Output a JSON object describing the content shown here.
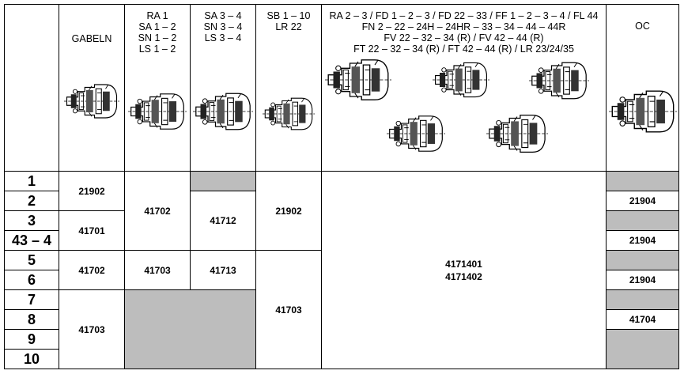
{
  "header": {
    "col_gabeln": "GABELN",
    "col_ra1": [
      "RA 1",
      "SA 1 – 2",
      "SN 1 – 2",
      "LS 1 – 2"
    ],
    "col_sa34": [
      "SA 3 – 4",
      "SN 3 – 4",
      "LS 3 – 4"
    ],
    "col_sb": [
      "SB 1 – 10",
      "LR 22"
    ],
    "col_multi": [
      "RA 2 – 3 / FD 1 – 2 – 3 / FD 22 – 33 / FF 1 – 2 – 3 – 4 / FL 44",
      "FN 2 – 22 – 24H – 24HR – 33 – 34 – 44 – 44R",
      "FV 22 – 32 – 34 (R) / FV 42 – 44 (R)",
      "FT 22 – 32 – 34 (R) / FT 42 – 44 (R) / LR 23/24/35"
    ],
    "col_oc": "OC"
  },
  "row_labels": [
    "1",
    "2",
    "3",
    "43 – 4",
    "5",
    "6",
    "7",
    "8",
    "9",
    "10"
  ],
  "codes": {
    "gabeln_1_2": "21902",
    "gabeln_3_4": "41701",
    "gabeln_5_6": "41702",
    "gabeln_7_10": "41703",
    "ra1_1_4": "41702",
    "ra1_5_6": "41703",
    "sa34_2_4": "41712",
    "sa34_5_6": "41713",
    "sb_1_4": "21902",
    "sb_5_10": "41703",
    "multi_line1": "4171401",
    "multi_line2": "4171402",
    "oc_2": "21904",
    "oc_4": "21904",
    "oc_6": "21904",
    "oc_8": "41704"
  },
  "colors": {
    "gray_cell": "#bdbdbd",
    "border": "#000000"
  },
  "drawings": [
    "pto-coupling-drawing",
    "pto-coupling-drawing",
    "pto-coupling-drawing",
    "pto-coupling-drawing",
    "pto-coupling-drawing",
    "pto-coupling-drawing"
  ]
}
